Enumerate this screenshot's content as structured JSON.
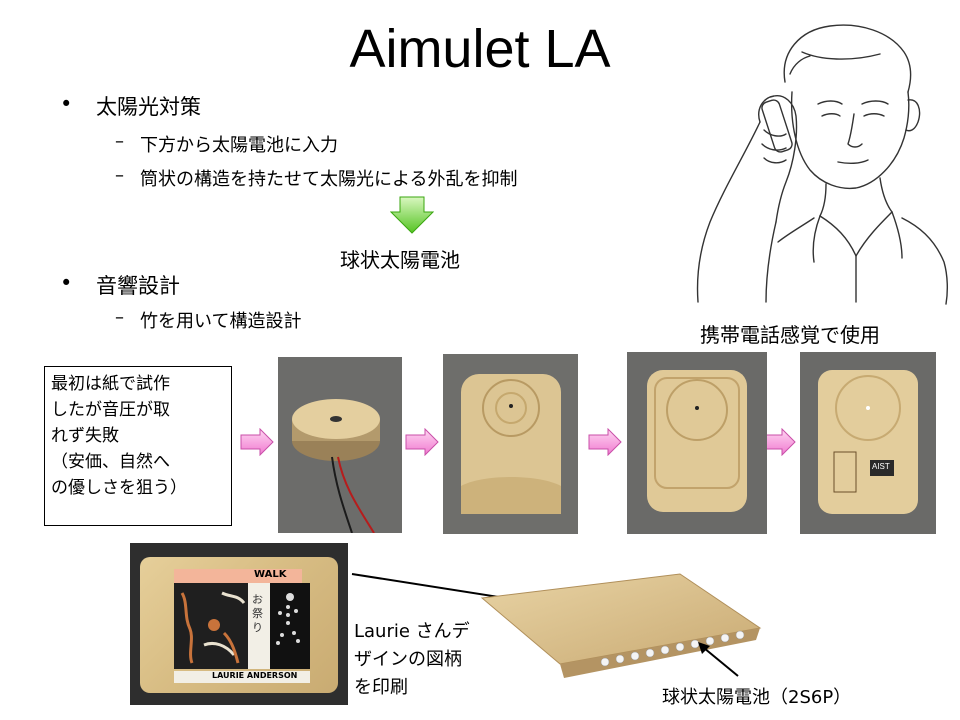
{
  "slide": {
    "title": "Aimulet LA",
    "bullets": [
      {
        "text": "太陽光対策",
        "sub": [
          "下方から太陽電池に入力",
          "筒状の構造を持たせて太陽光による外乱を抑制"
        ]
      },
      {
        "text": "音響設計",
        "sub": [
          "竹を用いて構造設計"
        ]
      }
    ],
    "arrow_result": "球状太陽電池",
    "phone_caption": "携帯電話感覚で使用",
    "note_lines": [
      "最初は紙で試作",
      "したが音圧が取",
      "れず失敗",
      "（安価、自然へ",
      "の優しさを狙う）"
    ],
    "design_caption_lines": [
      "Laurie さんデ",
      "ザインの図柄",
      "を印刷"
    ],
    "cell_caption": "球状太陽電池（2S6P）",
    "card_label_walk": "WALK",
    "card_label_artist": "LAURIE ANDERSON",
    "card_vertical_text": "お祭り",
    "stamp_text": "AIST"
  }
}
